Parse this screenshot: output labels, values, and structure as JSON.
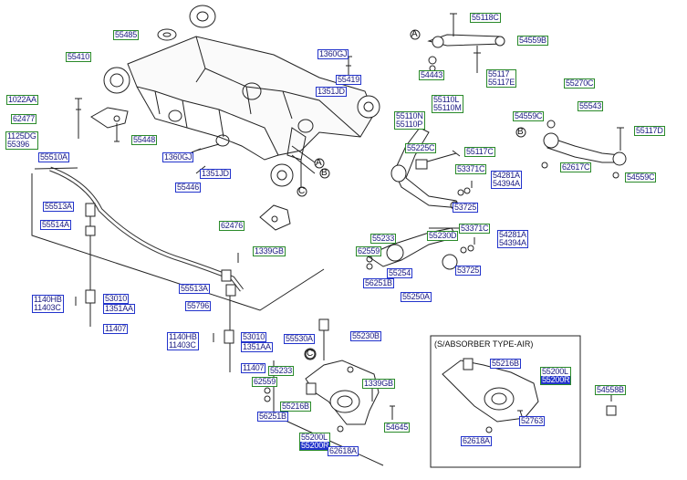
{
  "labels": [
    {
      "id": "l55485",
      "text": "55485",
      "c": "green"
    },
    {
      "id": "l55410",
      "text": "55410",
      "c": "green"
    },
    {
      "id": "l1360gj_a",
      "text": "1360GJ",
      "c": "blue"
    },
    {
      "id": "l55419",
      "text": "55419",
      "c": "blue"
    },
    {
      "id": "l1351jd_a",
      "text": "1351JD",
      "c": "blue"
    },
    {
      "id": "l1022aa",
      "text": "1022AA",
      "c": "green"
    },
    {
      "id": "l62477",
      "text": "62477",
      "c": "green"
    },
    {
      "id": "l1125dg",
      "text": "1125DG",
      "c": "green",
      "t2": "55396"
    },
    {
      "id": "l55448",
      "text": "55448",
      "c": "green"
    },
    {
      "id": "l1360gj_b",
      "text": "1360GJ",
      "c": "blue"
    },
    {
      "id": "l1351jd_b",
      "text": "1351JD",
      "c": "blue"
    },
    {
      "id": "l55446",
      "text": "55446",
      "c": "blue"
    },
    {
      "id": "l62476",
      "text": "62476",
      "c": "green"
    },
    {
      "id": "l55118c",
      "text": "55118C",
      "c": "green"
    },
    {
      "id": "l54559b",
      "text": "54559B",
      "c": "green"
    },
    {
      "id": "l54443",
      "text": "54443",
      "c": "green"
    },
    {
      "id": "l55117",
      "text": "55117",
      "c": "green",
      "t2": "55117E"
    },
    {
      "id": "l55110l",
      "text": "55110L",
      "c": "green",
      "t2": "55110M"
    },
    {
      "id": "l55110n",
      "text": "55110N",
      "c": "green",
      "t2": "55110P"
    },
    {
      "id": "l55225c",
      "text": "55225C",
      "c": "green"
    },
    {
      "id": "l55117c_a",
      "text": "55117C",
      "c": "green"
    },
    {
      "id": "l53371c_a",
      "text": "53371C",
      "c": "green"
    },
    {
      "id": "l54281a_a",
      "text": "54281A",
      "c": "blue",
      "t2": "54394A"
    },
    {
      "id": "l53725_a",
      "text": "53725",
      "c": "blue"
    },
    {
      "id": "l55270c",
      "text": "55270C",
      "c": "green"
    },
    {
      "id": "l55543",
      "text": "55543",
      "c": "green"
    },
    {
      "id": "l54559c_a",
      "text": "54559C",
      "c": "green"
    },
    {
      "id": "l55117d",
      "text": "55117D",
      "c": "green"
    },
    {
      "id": "l62617c",
      "text": "62617C",
      "c": "green"
    },
    {
      "id": "l54559c_b",
      "text": "54559C",
      "c": "green"
    },
    {
      "id": "l55510a",
      "text": "55510A",
      "c": "blue"
    },
    {
      "id": "l55513a_a",
      "text": "55513A",
      "c": "blue"
    },
    {
      "id": "l55514a",
      "text": "55514A",
      "c": "blue"
    },
    {
      "id": "l1339gb_a",
      "text": "1339GB",
      "c": "green"
    },
    {
      "id": "l55233_a",
      "text": "55233",
      "c": "green"
    },
    {
      "id": "l55230d",
      "text": "55230D",
      "c": "green"
    },
    {
      "id": "l53371c_b",
      "text": "53371C",
      "c": "green"
    },
    {
      "id": "l54281a_b",
      "text": "54281A",
      "c": "blue",
      "t2": "54394A"
    },
    {
      "id": "l62559_a",
      "text": "62559",
      "c": "green"
    },
    {
      "id": "l55254",
      "text": "55254",
      "c": "blue"
    },
    {
      "id": "l53725_b",
      "text": "53725",
      "c": "blue"
    },
    {
      "id": "l56251b_a",
      "text": "56251B",
      "c": "blue"
    },
    {
      "id": "l55250a",
      "text": "55250A",
      "c": "blue"
    },
    {
      "id": "l1140hb_a",
      "text": "1140HB",
      "c": "blue",
      "t2": "11403C"
    },
    {
      "id": "l53010_a",
      "text": "53010",
      "c": "blue"
    },
    {
      "id": "l1351aa_a",
      "text": "1351AA",
      "c": "blue"
    },
    {
      "id": "l11407_a",
      "text": "11407",
      "c": "blue"
    },
    {
      "id": "l55513a_b",
      "text": "55513A",
      "c": "blue"
    },
    {
      "id": "l55796",
      "text": "55796",
      "c": "blue"
    },
    {
      "id": "l1140hb_b",
      "text": "1140HB",
      "c": "blue",
      "t2": "11403C"
    },
    {
      "id": "l53010_b",
      "text": "53010",
      "c": "blue"
    },
    {
      "id": "l1351aa_b",
      "text": "1351AA",
      "c": "blue"
    },
    {
      "id": "l55530a",
      "text": "55530A",
      "c": "blue"
    },
    {
      "id": "l55230b",
      "text": "55230B",
      "c": "blue"
    },
    {
      "id": "l11407_b",
      "text": "11407",
      "c": "blue"
    },
    {
      "id": "l55233_b",
      "text": "55233",
      "c": "green"
    },
    {
      "id": "l62559_b",
      "text": "62559",
      "c": "green"
    },
    {
      "id": "l1339gb_b",
      "text": "1339GB",
      "c": "green"
    },
    {
      "id": "l56251b_b",
      "text": "56251B",
      "c": "blue"
    },
    {
      "id": "l55216b_a",
      "text": "55216B",
      "c": "green"
    },
    {
      "id": "l54645",
      "text": "54645",
      "c": "green"
    },
    {
      "id": "l55200l_a",
      "text": "55200L",
      "c": "green",
      "t2": "55200R",
      "hl2": true
    },
    {
      "id": "l62618a_a",
      "text": "62618A",
      "c": "blue"
    },
    {
      "id": "l55216b_b",
      "text": "55216B",
      "c": "blue"
    },
    {
      "id": "l55200l_b",
      "text": "55200L",
      "c": "green",
      "t2": "55200R",
      "hl2": true
    },
    {
      "id": "l52763",
      "text": "52763",
      "c": "blue"
    },
    {
      "id": "l62618a_b",
      "text": "62618A",
      "c": "blue"
    },
    {
      "id": "l54558b",
      "text": "54558B",
      "c": "green"
    }
  ],
  "callouts": [
    "A",
    "B",
    "C",
    "A",
    "B",
    "C"
  ],
  "inset": {
    "title": "(S/ABSORBER TYPE-AIR)"
  },
  "colors": {
    "green_border": "#2a8a2a",
    "blue_border": "#2233cc",
    "highlight": "#2233cc"
  }
}
